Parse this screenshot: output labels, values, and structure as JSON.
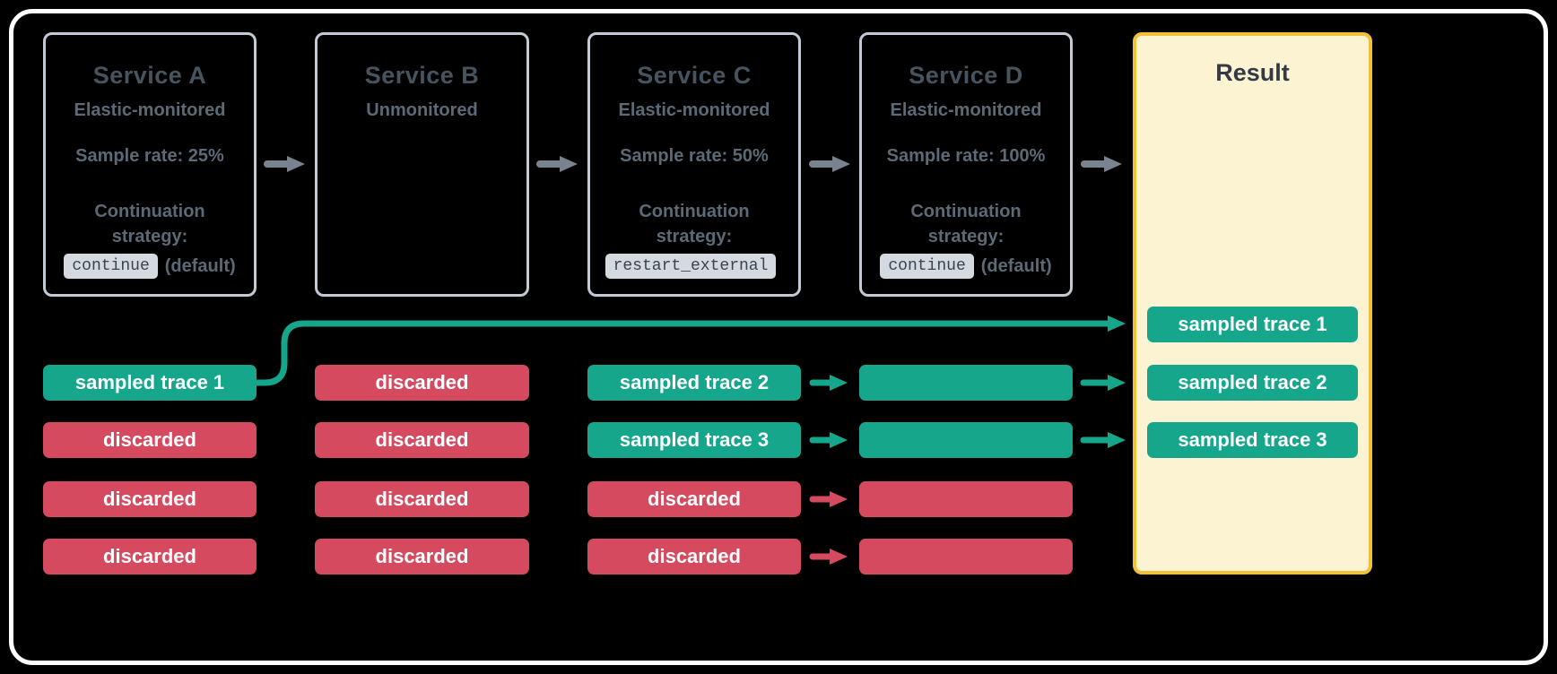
{
  "colors": {
    "background": "#000000",
    "frame_border": "#ffffff",
    "box_border": "#c3cad6",
    "title_text": "#47545f",
    "muted_text": "#5c6a77",
    "code_chip_bg": "#d5d9e0",
    "code_chip_text": "#3a4450",
    "green": "#16a68c",
    "red": "#d64a60",
    "grey_arrow": "#79828f",
    "result_bg": "#fcf3d3",
    "result_border": "#f2c139",
    "result_title": "#333a45",
    "chip_text": "#ffffff"
  },
  "services": [
    {
      "name": "Service A",
      "monitoring": "Elastic-monitored",
      "sample_rate": "Sample rate: 25%",
      "strategy_label": "Continuation strategy:",
      "strategy_code": "continue",
      "strategy_suffix": "(default)"
    },
    {
      "name": "Service B",
      "monitoring": "Unmonitored"
    },
    {
      "name": "Service C",
      "monitoring": "Elastic-monitored",
      "sample_rate": "Sample rate: 50%",
      "strategy_label": "Continuation strategy:",
      "strategy_code": "restart_external",
      "strategy_suffix": ""
    },
    {
      "name": "Service D",
      "monitoring": "Elastic-monitored",
      "sample_rate": "Sample rate: 100%",
      "strategy_label": "Continuation strategy:",
      "strategy_code": "continue",
      "strategy_suffix": "(default)"
    }
  ],
  "result": {
    "title": "Result",
    "chips": [
      "sampled trace 1",
      "sampled trace 2",
      "sampled trace 3"
    ]
  },
  "traces": {
    "service_a": [
      {
        "label": "sampled trace 1",
        "status": "sampled"
      },
      {
        "label": "discarded",
        "status": "discarded"
      },
      {
        "label": "discarded",
        "status": "discarded"
      },
      {
        "label": "discarded",
        "status": "discarded"
      }
    ],
    "service_b": [
      {
        "label": "discarded",
        "status": "discarded"
      },
      {
        "label": "discarded",
        "status": "discarded"
      },
      {
        "label": "discarded",
        "status": "discarded"
      },
      {
        "label": "discarded",
        "status": "discarded"
      }
    ],
    "service_c": [
      {
        "label": "sampled trace 2",
        "status": "sampled"
      },
      {
        "label": "sampled trace 3",
        "status": "sampled"
      },
      {
        "label": "discarded",
        "status": "discarded"
      },
      {
        "label": "discarded",
        "status": "discarded"
      }
    ],
    "service_d": [
      {
        "label": "",
        "status": "sampled"
      },
      {
        "label": "",
        "status": "sampled"
      },
      {
        "label": "",
        "status": "discarded"
      },
      {
        "label": "",
        "status": "discarded"
      }
    ]
  }
}
